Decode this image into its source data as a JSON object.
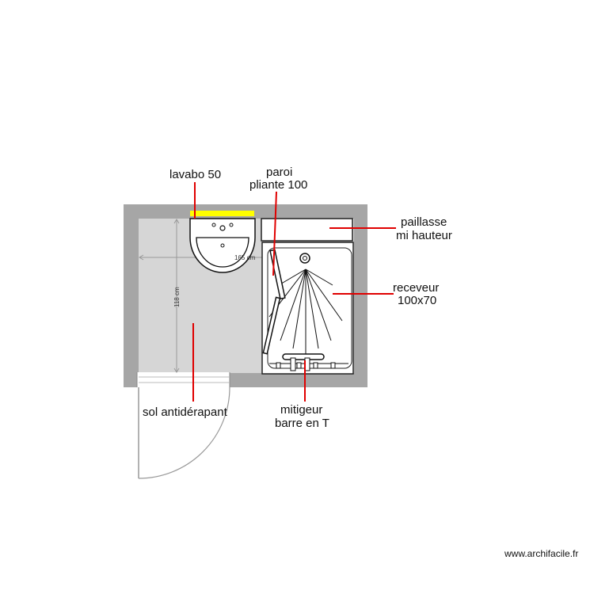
{
  "labels": {
    "lavabo": "lavabo 50",
    "paroi_1": "paroi",
    "paroi_2": "pliante 100",
    "paillasse_1": "paillasse",
    "paillasse_2": "mi hauteur",
    "receveur_1": "receveur",
    "receveur_2": "100x70",
    "sol": "sol antidérapant",
    "mitigeur_1": "mitigeur",
    "mitigeur_2": "barre en T"
  },
  "dimensions": {
    "width": "165 cm",
    "height": "118 cm"
  },
  "credit": "www.archifacile.fr",
  "colors": {
    "wall": "#a6a6a6",
    "floor": "#d6d6d6",
    "leader": "#e00000",
    "accent": "#ffff00"
  }
}
